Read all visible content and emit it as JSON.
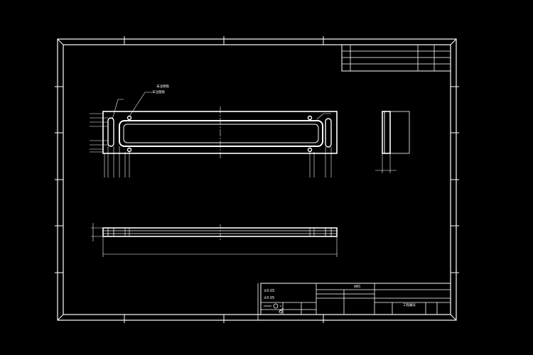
{
  "colors": {
    "background": "#000000",
    "line": "#ffffff"
  },
  "annotations": {
    "note_1": "未注倒角",
    "note_2": "未注圆角"
  },
  "title_block": {
    "tolerance_1": "±0.05",
    "tolerance_2": "±0.05",
    "header_label": "材料",
    "name_label": "工程编号"
  }
}
